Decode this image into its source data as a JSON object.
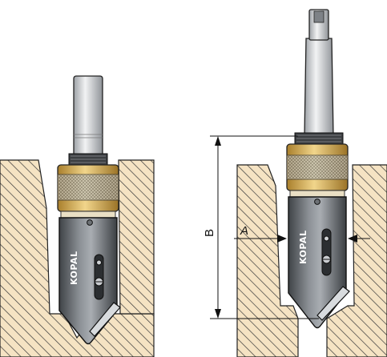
{
  "brand": "KOPAL",
  "labels": {
    "dim_a": "A",
    "dim_b": "B"
  },
  "colors": {
    "hatch_bg": "#f5e3c3",
    "hatch_line": "#3a3a3a",
    "body_dark": "#55595d",
    "body_light": "#a7abb0",
    "brass": "#d8b25a",
    "shank": "#d9dcdf",
    "outline": "#1a1a1a"
  },
  "icons": [
    "arrow-right-icon",
    "arrow-left-icon",
    "dimension-arrow-icon"
  ]
}
